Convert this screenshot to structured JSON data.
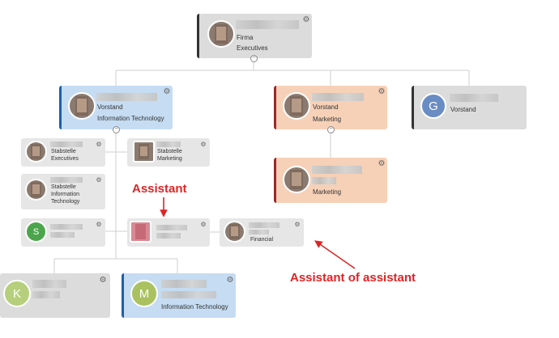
{
  "root": {
    "title": "Firma",
    "subtitle": "Executives"
  },
  "vorstand_it": {
    "title": "Vorstand",
    "subtitle": "Information Technology"
  },
  "vorstand_marketing": {
    "title": "Vorstand",
    "subtitle": "Marketing"
  },
  "vorstand_g": {
    "title": "Vorstand",
    "initial": "G"
  },
  "marketing_child": {
    "subtitle": "Marketing"
  },
  "stab_exec": {
    "title": "Stabstelle",
    "subtitle": "Executives"
  },
  "stab_marketing": {
    "title": "Stabstelle",
    "subtitle": "Marketing"
  },
  "stab_it": {
    "title": "Stabstelle",
    "subtitle1": "Information",
    "subtitle2": "Technology"
  },
  "stab_s": {
    "initial": "S"
  },
  "assistant_of_assistant": {
    "subtitle": "Financial"
  },
  "bottom_left": {
    "initial": "K"
  },
  "bottom_m": {
    "initial": "M",
    "subtitle": "Information Technology"
  },
  "annotations": {
    "assistant": "Assistant",
    "assistant_of_assistant": "Assistant of assistant"
  },
  "icons": {
    "gear": "⚙",
    "collapse": "−"
  },
  "colors": {
    "annotation": "#e02424",
    "blue_card": "#c5dcf2",
    "orange_card": "#f6d1b8",
    "grey_card": "#dcdcdc"
  }
}
